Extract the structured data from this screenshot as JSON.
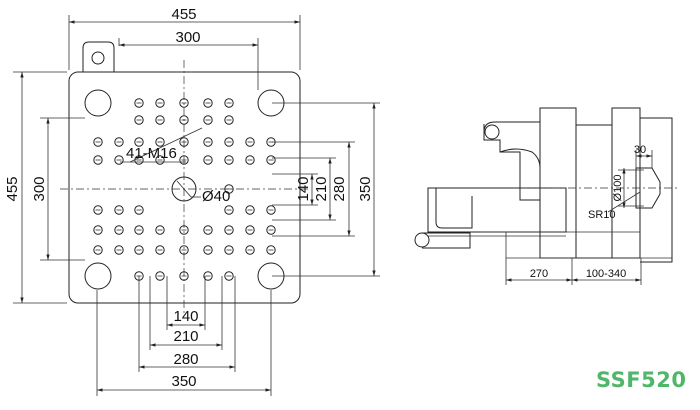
{
  "front_view": {
    "overall_width": "455",
    "inner_width": "300",
    "overall_height": "455",
    "inner_height": "300",
    "thread_callout": "41-M16",
    "center_hole": "Ø40",
    "h_dims": [
      "140",
      "210",
      "280",
      "350"
    ],
    "v_dims": [
      "140",
      "210",
      "280",
      "350"
    ]
  },
  "side_view": {
    "nozzle_width": "30",
    "nozzle_dia": "Ø100",
    "nozzle_radius": "SR10",
    "stroke_fixed": "270",
    "stroke_range": "100-340"
  },
  "model": "SSF520",
  "colors": {
    "line": "#222222",
    "model_text": "#4fb66a"
  }
}
